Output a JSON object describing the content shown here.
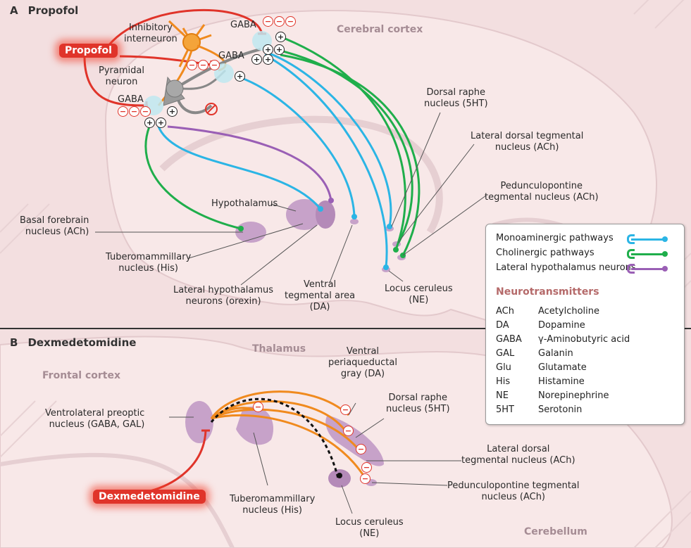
{
  "panelA": {
    "letter": "A",
    "title": "Propofol",
    "drug": "Propofol",
    "region": "Cerebral cortex",
    "labels": {
      "inhibitory_interneuron": "Inhibitory\ninterneuron",
      "pyramidal_neuron": "Pyramidal\nneuron",
      "gaba1": "GABA",
      "gaba2": "GABA",
      "gaba3": "GABA",
      "dorsal_raphe": "Dorsal raphe\nnucleus (5HT)",
      "lateral_dorsal": "Lateral dorsal tegmental\nnucleus (ACh)",
      "pedunculopontine": "Pedunculopontine\ntegmental nucleus (ACh)",
      "hypothalamus": "Hypothalamus",
      "basal_forebrain": "Basal forebrain\nnucleus (ACh)",
      "tuberomammillary": "Tuberomammillary\nnucleus (His)",
      "lateral_hypothalamus": "Lateral hypothalamus\nneurons (orexin)",
      "vta": "Ventral\ntegmental area\n(DA)",
      "locus_ceruleus": "Locus ceruleus\n(NE)"
    },
    "plus": "+",
    "minus": "−"
  },
  "panelB": {
    "letter": "B",
    "title": "Dexmedetomidine",
    "drug": "Dexmedetomidine",
    "regions": {
      "thalamus": "Thalamus",
      "frontal_cortex": "Frontal cortex",
      "cerebellum": "Cerebellum"
    },
    "labels": {
      "vlpo": "Ventrolateral preoptic\nnucleus (GABA, GAL)",
      "vpag": "Ventral\nperiaqueductal\ngray (DA)",
      "dorsal_raphe": "Dorsal raphe\nnucleus (5HT)",
      "lateral_dorsal": "Lateral dorsal\ntegmental nucleus (ACh)",
      "pedunculopontine": "Pedunculopontine tegmental\nnucleus (ACh)",
      "tuberomammillary": "Tuberomammillary\nnucleus (His)",
      "locus_ceruleus": "Locus ceruleus\n(NE)"
    }
  },
  "legend": {
    "pathways": [
      {
        "label": "Monoaminergic pathways",
        "color": "#2bb5e5"
      },
      {
        "label": "Cholinergic pathways",
        "color": "#1fae4b"
      },
      {
        "label": "Lateral hypothalamus neurons",
        "color": "#9a5fb5"
      }
    ],
    "nt_title": "Neurotransmitters",
    "neurotransmitters": [
      {
        "abbr": "ACh",
        "name": "Acetylcholine"
      },
      {
        "abbr": "DA",
        "name": "Dopamine"
      },
      {
        "abbr": "GABA",
        "name": "γ-Aminobutyric acid"
      },
      {
        "abbr": "GAL",
        "name": "Galanin"
      },
      {
        "abbr": "Glu",
        "name": "Glutamate"
      },
      {
        "abbr": "His",
        "name": "Histamine"
      },
      {
        "abbr": "NE",
        "name": "Norepinephrine"
      },
      {
        "abbr": "5HT",
        "name": "Serotonin"
      }
    ]
  },
  "colors": {
    "monoaminergic": "#2bb5e5",
    "cholinergic": "#1fae4b",
    "hypothalamic": "#9a5fb5",
    "inhibitory": "#e0342a",
    "orange": "#f08a1e",
    "nucleus": "#c7a2c9"
  }
}
